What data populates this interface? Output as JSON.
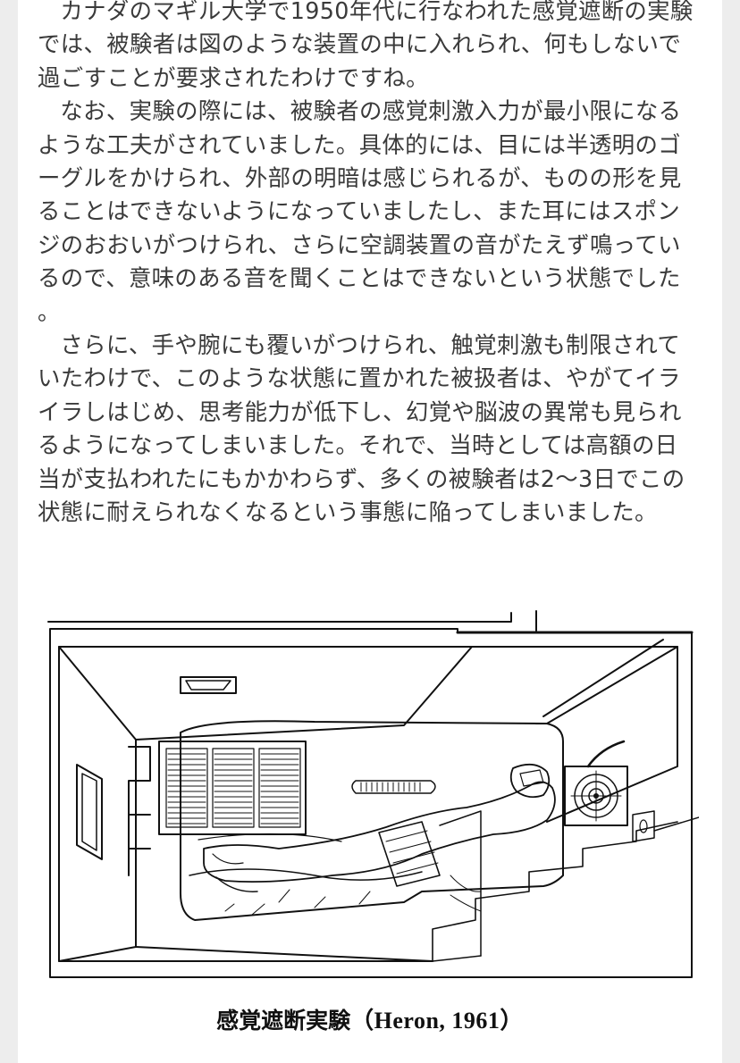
{
  "article": {
    "paragraphs": [
      "カナダのマギル大学で1950年代に行なわれた感覚遮断の実験では、被験者は図のような装置の中に入れられ、何もしないで過ごすことが要求されたわけですね。",
      "なお、実験の際には、被験者の感覚刺激入力が最小限になるような工夫がされていました。具体的には、目には半透明のゴーグルをかけられ、外部の明暗は感じられるが、ものの形を見ることはできないようになっていましたし、また耳にはスポンジのおおいがつけられ、さらに空調装置の音がたえず鳴っているので、意味のある音を聞くことはできないという状態でした。",
      "さらに、手や腕にも覆いがつけられ、触覚刺激も制限されていたわけで、このような状態に置かれた被扱者は、やがてイライラしはじめ、思考能力が低下し、幻覚や脳波の異常も見られるようになってしまいました。それで、当時としては高額の日当が支払われたにもかかわらず、多くの被験者は2〜3日でこの状態に耐えられなくなるという事態に陥ってしまいました。"
    ]
  },
  "figure": {
    "caption_main": "感覚遮断実験",
    "caption_ref": "（Heron, 1961）"
  }
}
